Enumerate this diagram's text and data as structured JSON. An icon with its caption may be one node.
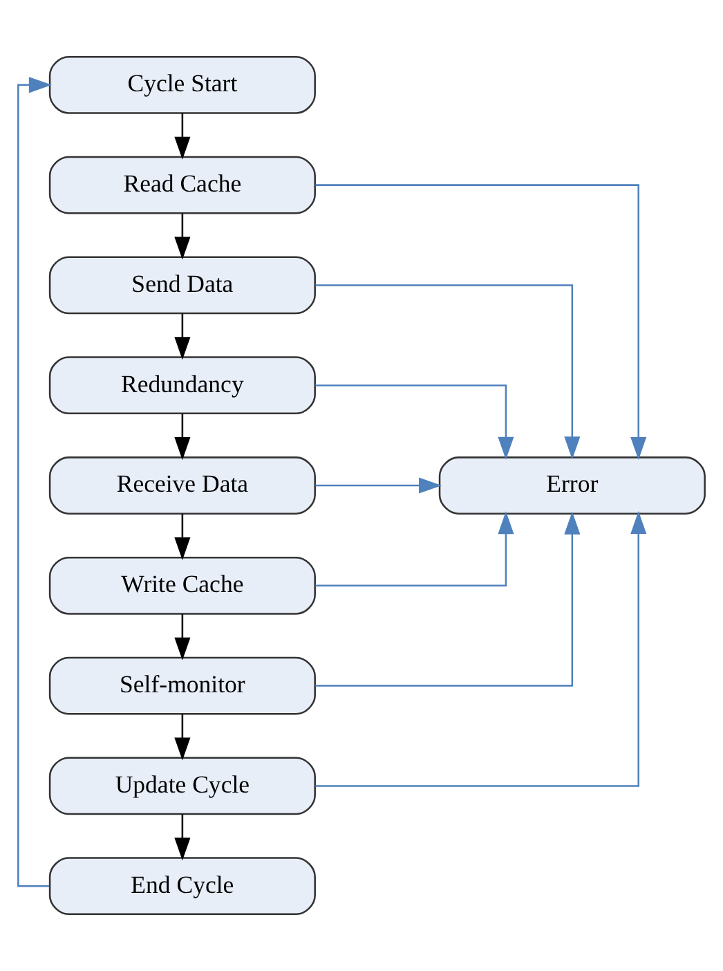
{
  "diagram": {
    "nodes": [
      {
        "text": [
          "Cycle Start"
        ]
      },
      {
        "text": [
          "Read Cache"
        ]
      },
      {
        "text": [
          "Send Data"
        ]
      },
      {
        "text": [
          "Redundancy"
        ]
      },
      {
        "text": [
          "Receive Data"
        ]
      },
      {
        "text": [
          "Write Cache"
        ]
      },
      {
        "text": [
          "Self-monitor"
        ]
      },
      {
        "text": [
          "Update Cycle"
        ]
      },
      {
        "text": [
          "End Cycle"
        ]
      },
      {
        "text": [
          "Error"
        ]
      }
    ],
    "edges": [
      {
        "from": 0,
        "to": 1,
        "arrow": "to"
      },
      {
        "from": 1,
        "to": 2,
        "arrow": "to"
      },
      {
        "from": 2,
        "to": 3,
        "arrow": "to"
      },
      {
        "from": 3,
        "to": 4,
        "arrow": "to"
      },
      {
        "from": 4,
        "to": 5,
        "arrow": "to"
      },
      {
        "from": 5,
        "to": 6,
        "arrow": "to"
      },
      {
        "from": 6,
        "to": 7,
        "arrow": "to"
      },
      {
        "from": 7,
        "to": 8,
        "arrow": "to"
      },
      {
        "from": 1,
        "to": 9,
        "arrow": "to",
        "color": "#4f81bd"
      },
      {
        "from": 2,
        "to": 9,
        "arrow": "to",
        "color": "#4f81bd"
      },
      {
        "from": 3,
        "to": 9,
        "arrow": "to",
        "color": "#4f81bd"
      },
      {
        "from": 4,
        "to": 9,
        "arrow": "to",
        "color": "#4f81bd"
      },
      {
        "from": 5,
        "to": 9,
        "arrow": "to",
        "color": "#4f81bd"
      },
      {
        "from": 6,
        "to": 9,
        "arrow": "to",
        "color": "#4f81bd"
      },
      {
        "from": 7,
        "to": 9,
        "arrow": "to",
        "color": "#4f81bd"
      },
      {
        "from": 8,
        "to": 0,
        "arrow": "to",
        "color": "#4f81bd"
      }
    ]
  }
}
